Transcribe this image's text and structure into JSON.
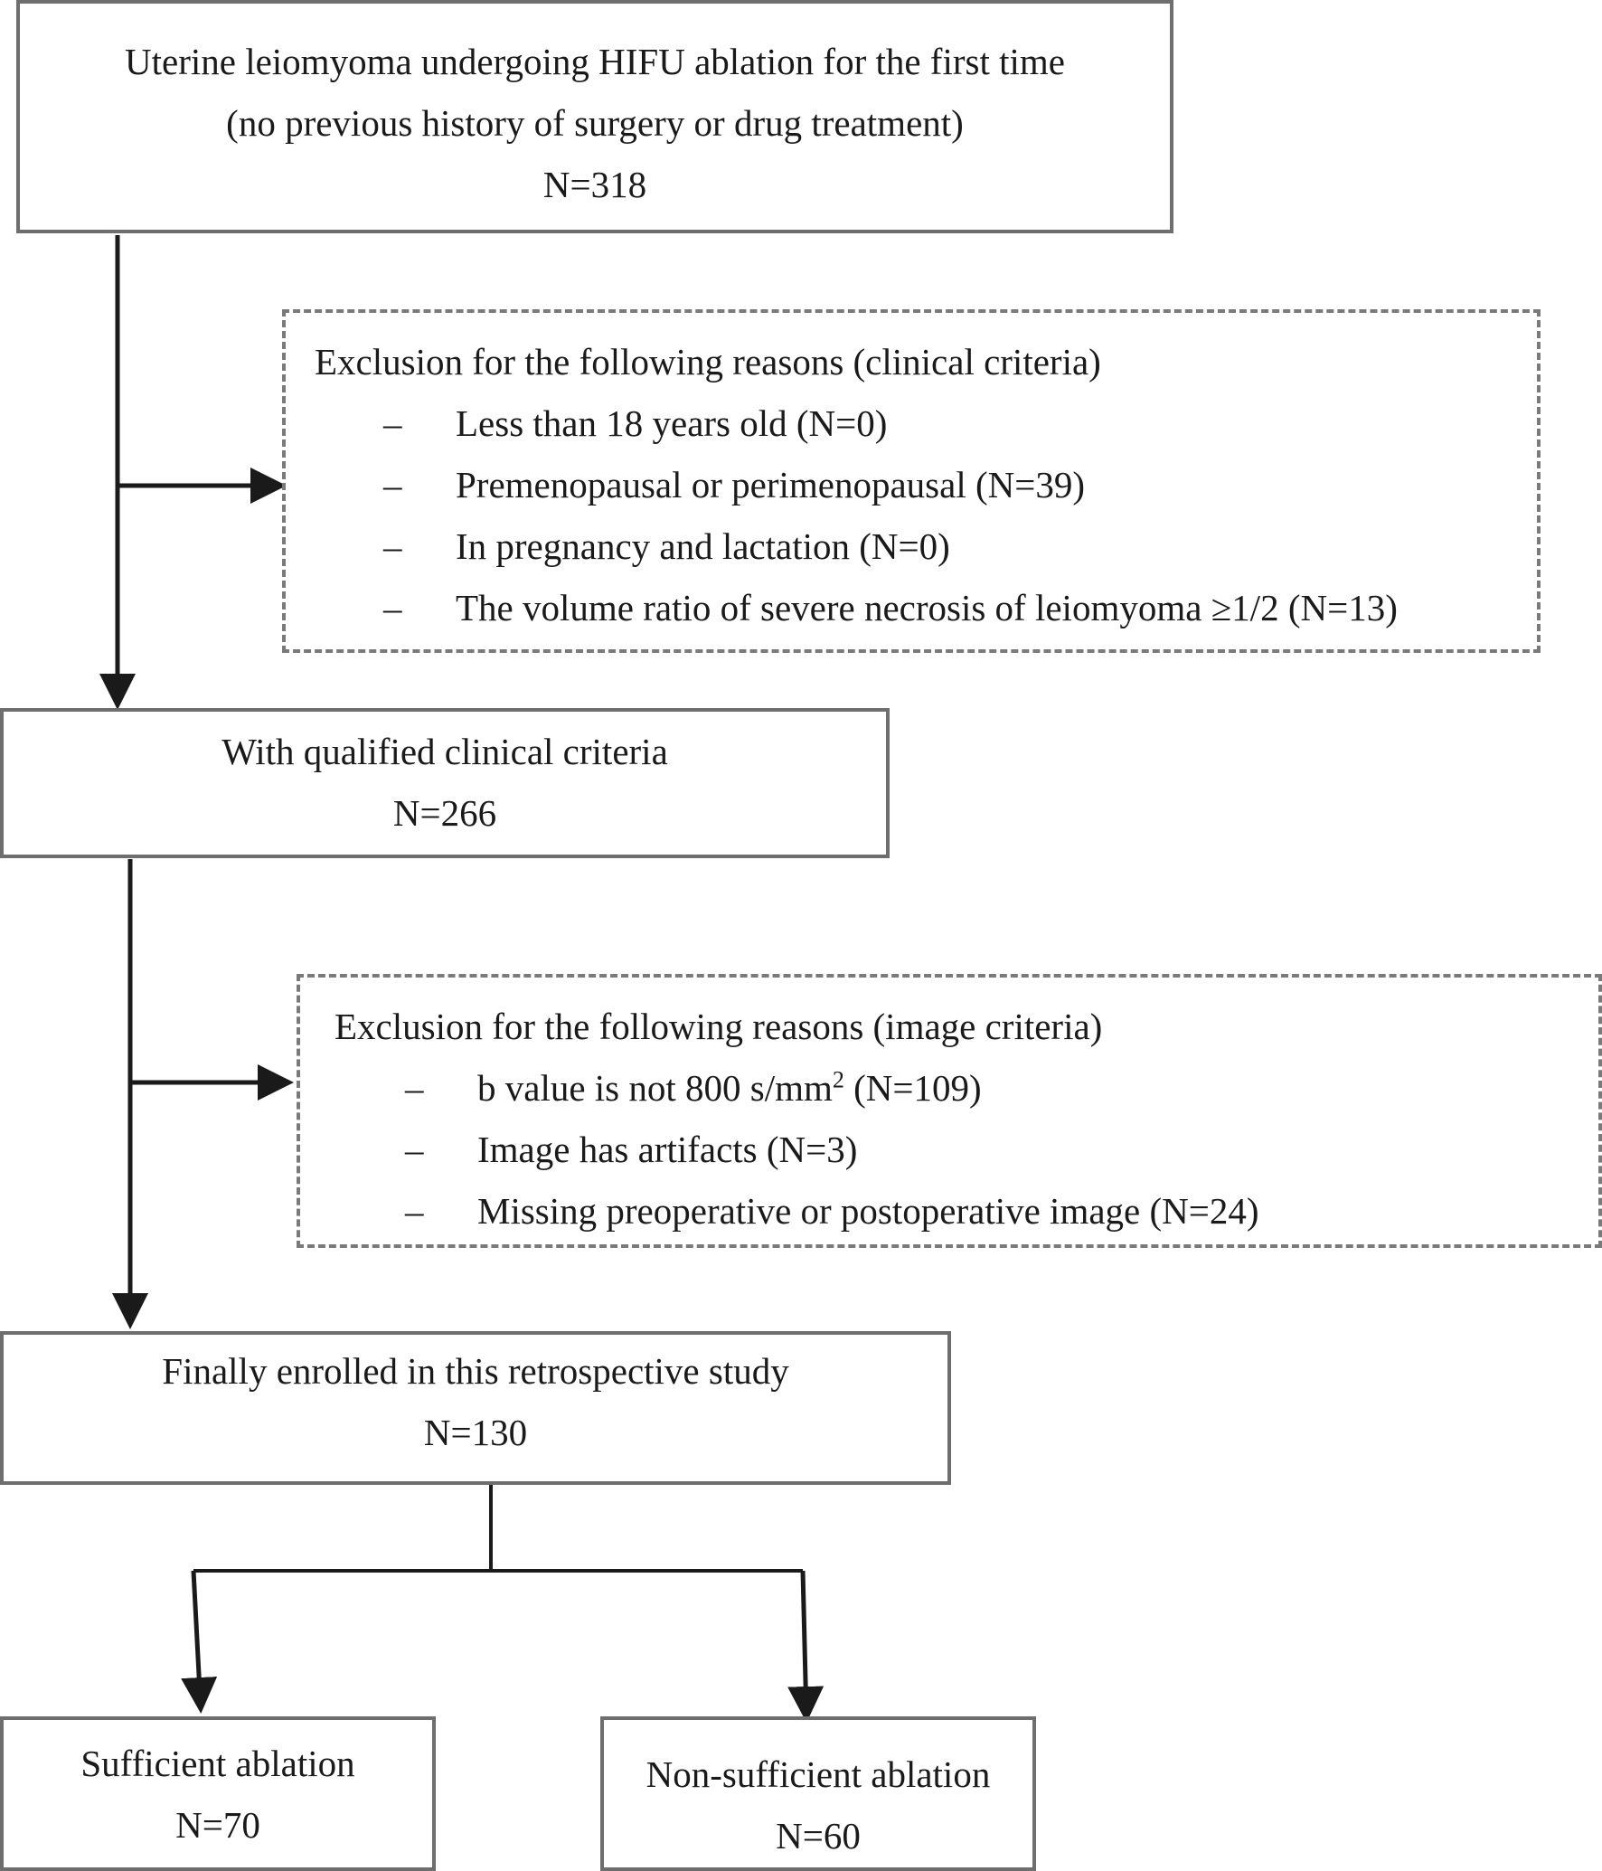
{
  "diagram": {
    "start": {
      "line1": "Uterine leiomyoma undergoing HIFU ablation for the first time",
      "line2": "(no previous history of surgery or drug treatment)",
      "count": "N=318"
    },
    "exclusion_clinical": {
      "heading": "Exclusion for the following reasons (clinical criteria)",
      "dash": "–",
      "items": [
        "Less than 18 years old (N=0)",
        "Premenopausal or perimenopausal (N=39)",
        "In pregnancy and lactation (N=0)",
        "The volume ratio of severe necrosis of leiomyoma ≥1/2 (N=13)"
      ]
    },
    "qualified": {
      "line1": "With qualified clinical criteria",
      "count": "N=266"
    },
    "exclusion_image": {
      "heading": "Exclusion for the following reasons (image criteria)",
      "dash": "–",
      "item1_pre": "b value is not 800 s/mm",
      "item1_sup": "2",
      "item1_post": " (N=109)",
      "items": [
        "Image has artifacts (N=3)",
        "Missing preoperative or postoperative image (N=24)"
      ]
    },
    "enrolled": {
      "line1": "Finally enrolled in this retrospective study",
      "count": "N=130"
    },
    "sufficient": {
      "line1": "Sufficient ablation",
      "count": "N=70"
    },
    "non_sufficient": {
      "line1": "Non-sufficient ablation",
      "count": "N=60"
    }
  }
}
